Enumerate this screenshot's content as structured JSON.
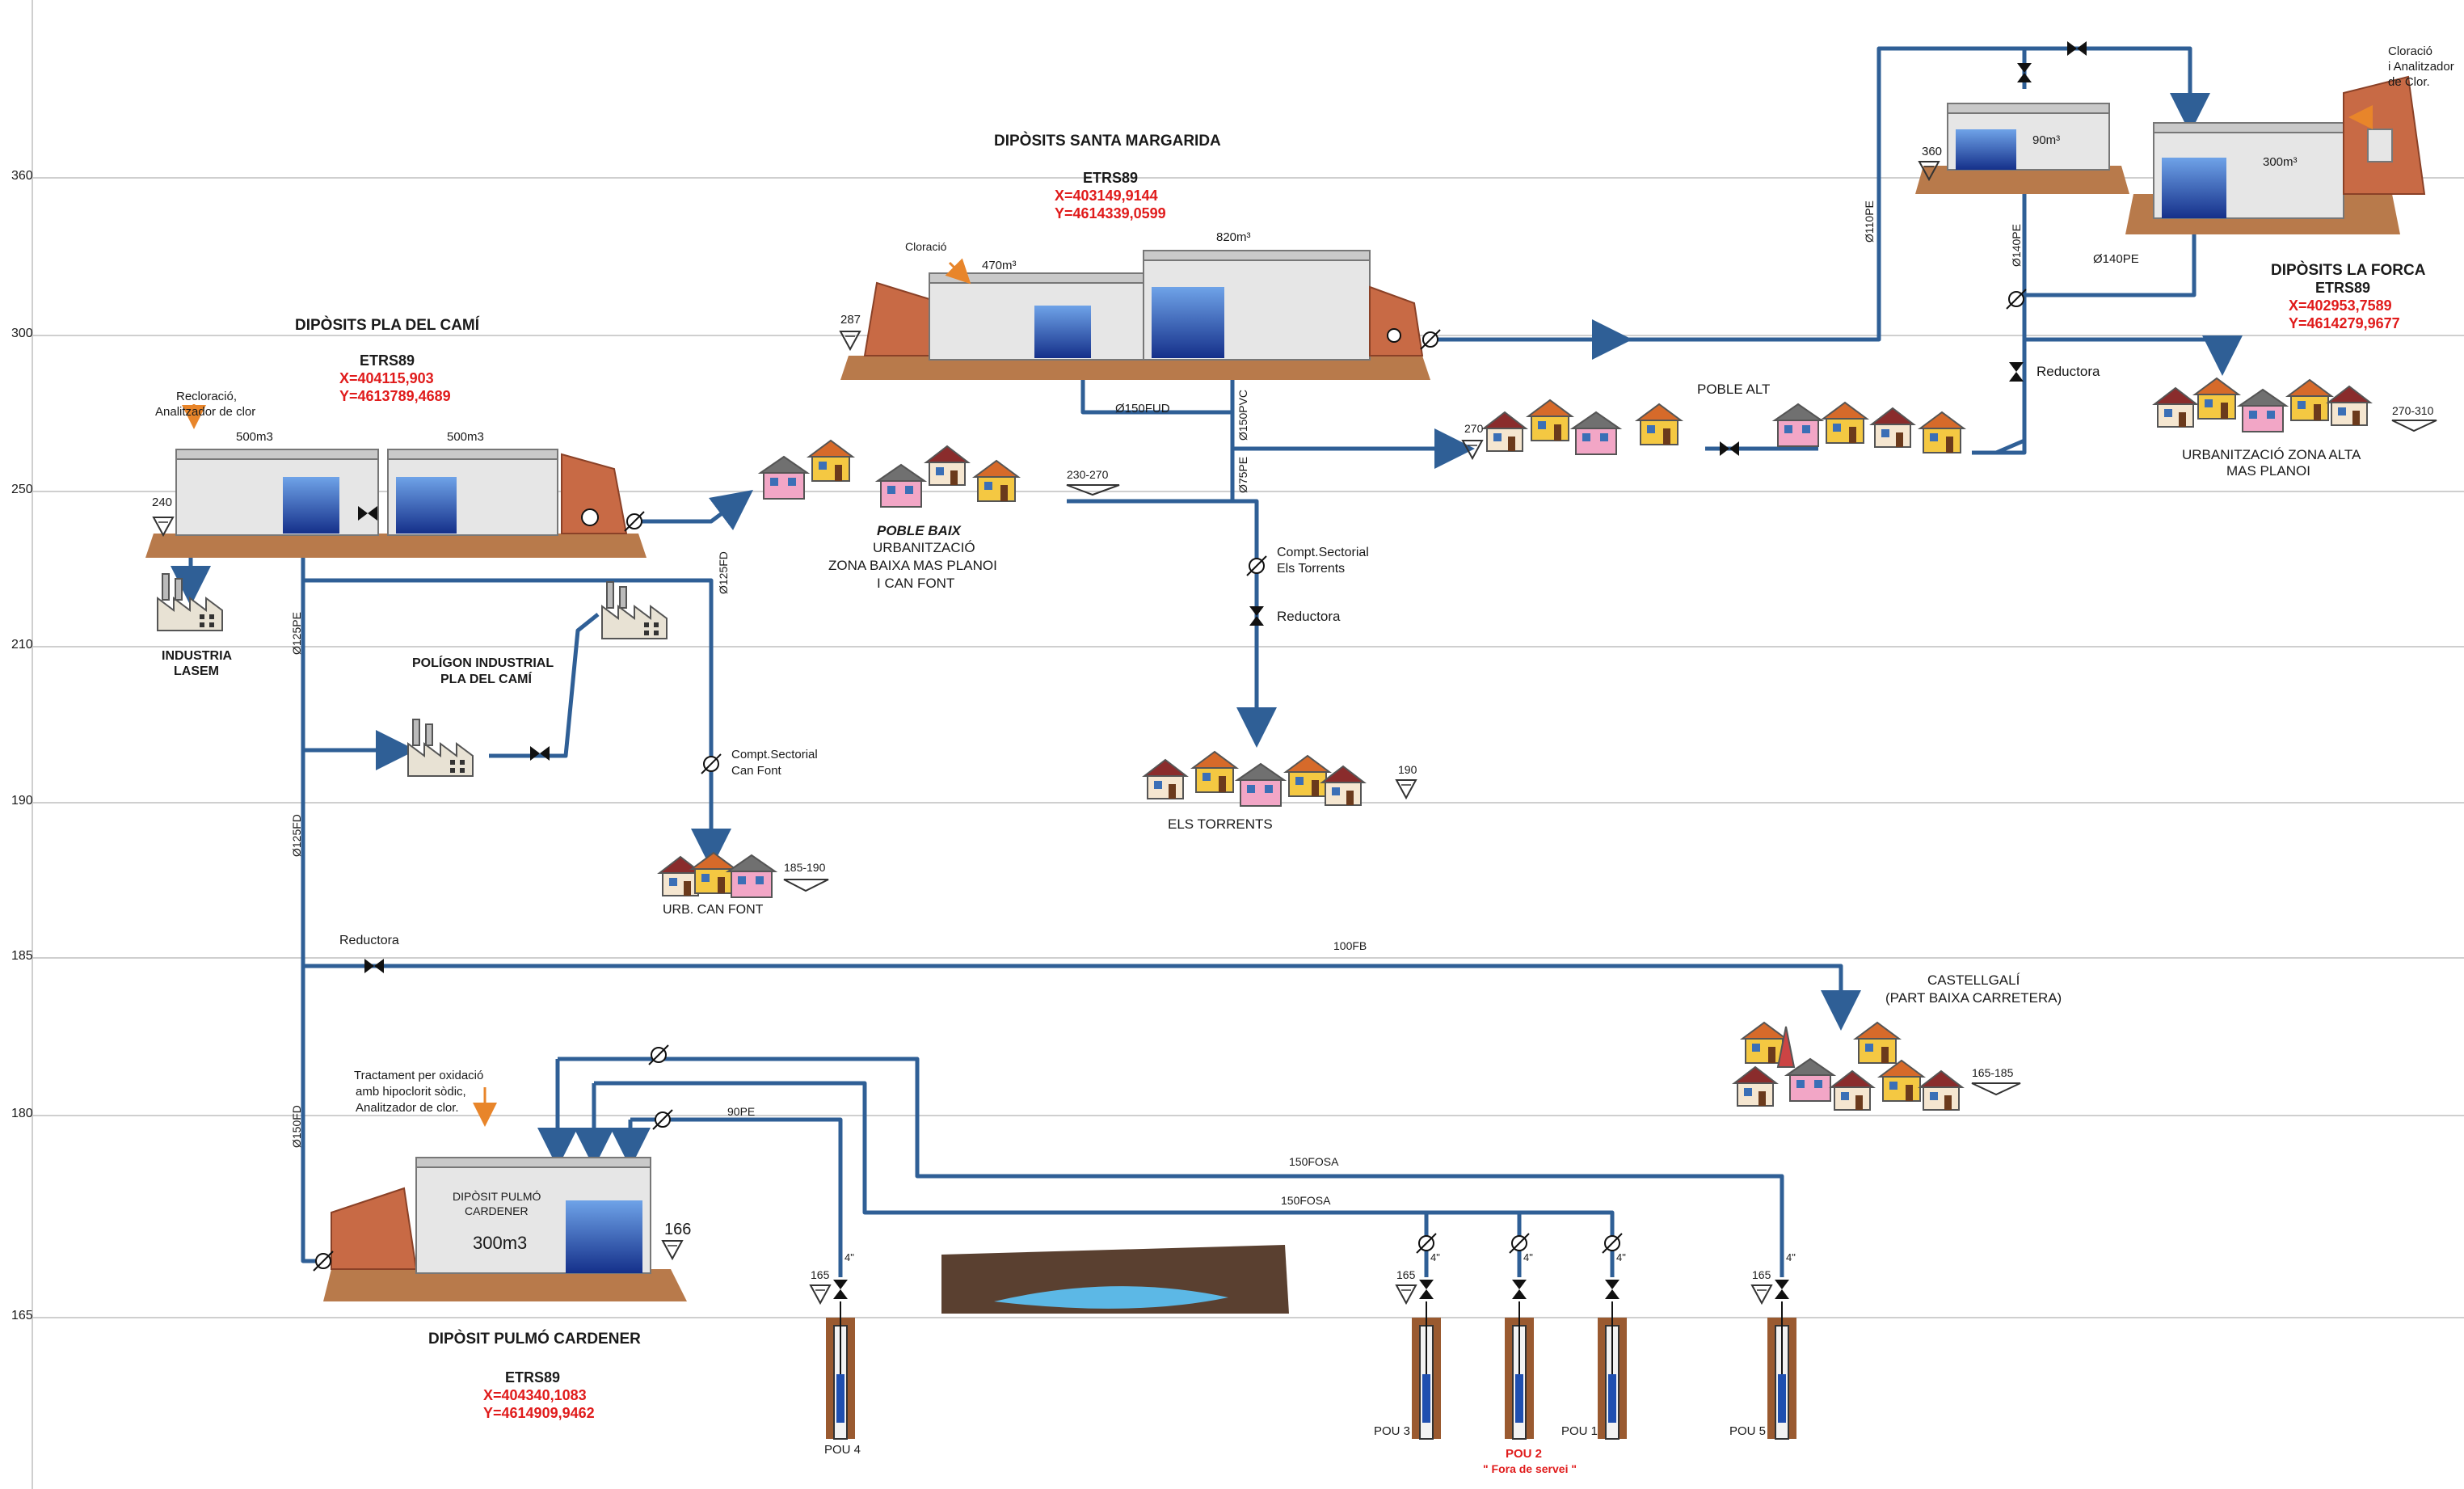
{
  "axis_labels": [
    "360",
    "300",
    "250",
    "210",
    "190",
    "185",
    "180",
    "165"
  ],
  "colors": {
    "pipe": "#2f5f96",
    "coords": "#e01b1b",
    "ground": "#b87a4b",
    "water": "#1f4fb0",
    "arrow_orange": "#e8852a"
  },
  "santa_margarida": {
    "title": "DIPÒSITS SANTA MARGARIDA",
    "etrs": "ETRS89",
    "x": "X=403149,9144",
    "y": "Y=4614339,0599",
    "tank1": "470m³",
    "tank2": "820m³",
    "cloracio": "Cloració",
    "level": "287",
    "pipe1": "Ø150FUD",
    "pipe2": "Ø150PVC",
    "pipe3": "Ø75PE"
  },
  "pla_del_cami": {
    "title": "DIPÒSITS PLA DEL CAMÍ",
    "etrs": "ETRS89",
    "x": "X=404115,903",
    "y": "Y=4613789,4689",
    "note1": "Recloració,",
    "note2": "Analitzador de clor",
    "tank1": "500m3",
    "tank2": "500m3",
    "level": "240"
  },
  "la_forca": {
    "title": "DIPÒSITS LA FORCA",
    "etrs": "ETRS89",
    "x": "X=402953,7589",
    "y": "Y=4614279,9677",
    "tank1": "90m³",
    "tank2": "300m³",
    "level": "360",
    "note1": "Cloració",
    "note2": "i Analitzador",
    "note3": "de Clor.",
    "pipe1": "Ø110PE",
    "pipe2": "Ø140PE",
    "pipe3": "Ø140PE"
  },
  "pulmo": {
    "title": "DIPÒSIT PULMÓ CARDENER",
    "etrs": "ETRS89",
    "x": "X=404340,1083",
    "y": "Y=4614909,9462",
    "tank_label1": "DIPÒSIT PULMÓ",
    "tank_label2": "CARDENER",
    "volume": "300m3",
    "level": "166",
    "note1": "Tractament per oxidació",
    "note2": "amb hipoclorit sòdic,",
    "note3": "Analitzador de clor."
  },
  "industry": {
    "lasem1": "INDUSTRIA",
    "lasem2": "LASEM",
    "poligon1": "POLÍGON INDUSTRIAL",
    "poligon2": "PLA DEL CAMÍ"
  },
  "poble_baix": {
    "title": "POBLE BAIX",
    "l1": "URBANITZACIÓ",
    "l2": "ZONA BAIXA MAS PLANOI",
    "l3": "I CAN FONT",
    "level": "230-270"
  },
  "poble_alt": {
    "title": "POBLE ALT",
    "level": "270"
  },
  "zona_alta": {
    "l1": "URBANITZACIÓ ZONA ALTA",
    "l2": "MAS PLANOI",
    "level": "270-310"
  },
  "torrents": {
    "title": "ELS TORRENTS",
    "level": "190",
    "meter1": "Compt.Sectorial",
    "meter2": "Els Torrents",
    "reductora": "Reductora"
  },
  "can_font": {
    "title": "URB. CAN FONT",
    "level": "185-190",
    "meter1": "Compt.Sectorial",
    "meter2": "Can Font"
  },
  "castellgali": {
    "l1": "CASTELLGALÍ",
    "l2": "(PART BAIXA CARRETERA)",
    "level": "165-185"
  },
  "pipes": {
    "p125fd_a": "Ø125FD",
    "p125pe": "Ø125PE",
    "p125fd_b": "Ø125FD",
    "p150fd": "Ø150FD",
    "p100fb": "100FB",
    "p90pe": "90PE",
    "p150fosa1": "150FOSA",
    "p150fosa2": "150FOSA",
    "reductora_main": "Reductora",
    "reductora_forca": "Reductora"
  },
  "wells": {
    "pou4": "POU 4",
    "pou3": "POU 3",
    "pou2": "POU 2",
    "pou2_note": "\" Fora de servei \"",
    "pou1": "POU 1",
    "pou5": "POU 5",
    "level": "165",
    "size": "4\""
  }
}
